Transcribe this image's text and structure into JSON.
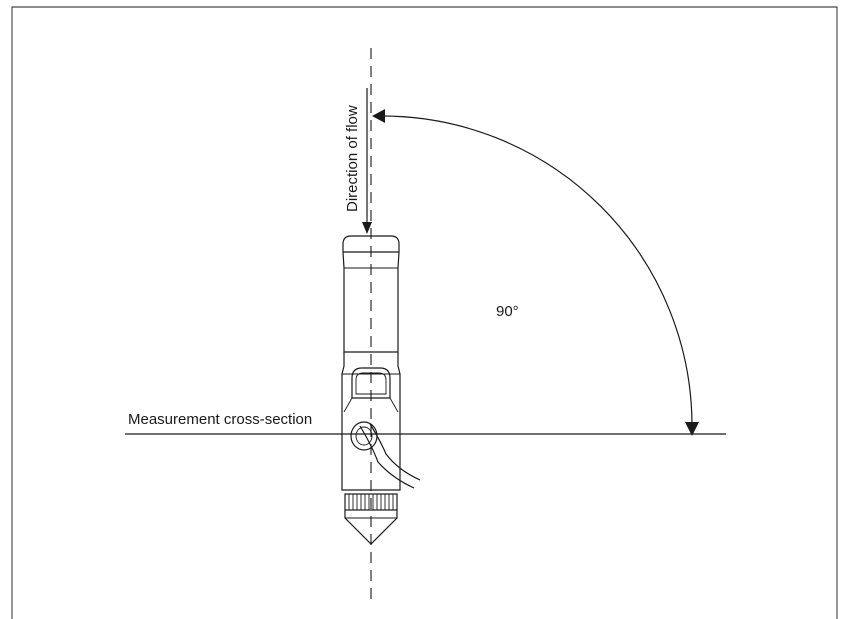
{
  "labels": {
    "flow_direction": "Direction of flow",
    "cross_section": "Measurement cross-section",
    "angle": "90°"
  },
  "colors": {
    "line": "#1a1a1a",
    "background": "#ffffff"
  }
}
